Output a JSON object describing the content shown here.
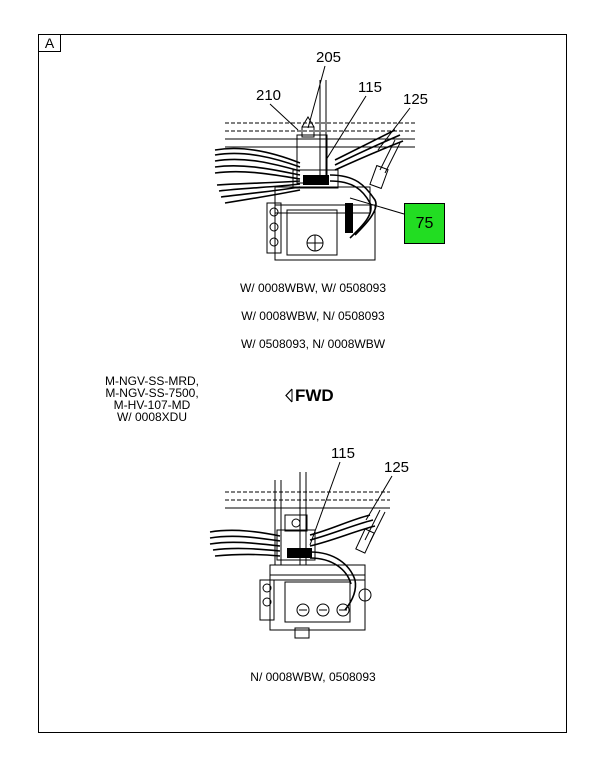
{
  "section_label": "A",
  "top_view": {
    "callouts": {
      "c205": "205",
      "c210": "210",
      "c115": "115",
      "c125": "125"
    },
    "highlight_callout": {
      "label": "75",
      "color": "#22dd22"
    }
  },
  "captions": {
    "line1": "W/ 0008WBW, W/ 0508093",
    "line2": "W/ 0008WBW, N/ 0508093",
    "line3": "W/ 0508093, N/ 0008WBW"
  },
  "model_list": [
    "M-NGV-SS-MRD,",
    "M-NGV-SS-7500,",
    "M-HV-107-MD",
    "W/ 0008XDU"
  ],
  "direction_label": "FWD",
  "bottom_view": {
    "callouts": {
      "c115": "115",
      "c125": "125"
    },
    "caption": "N/ 0008WBW, 0508093"
  },
  "footer": {
    "left": "",
    "right": ""
  }
}
